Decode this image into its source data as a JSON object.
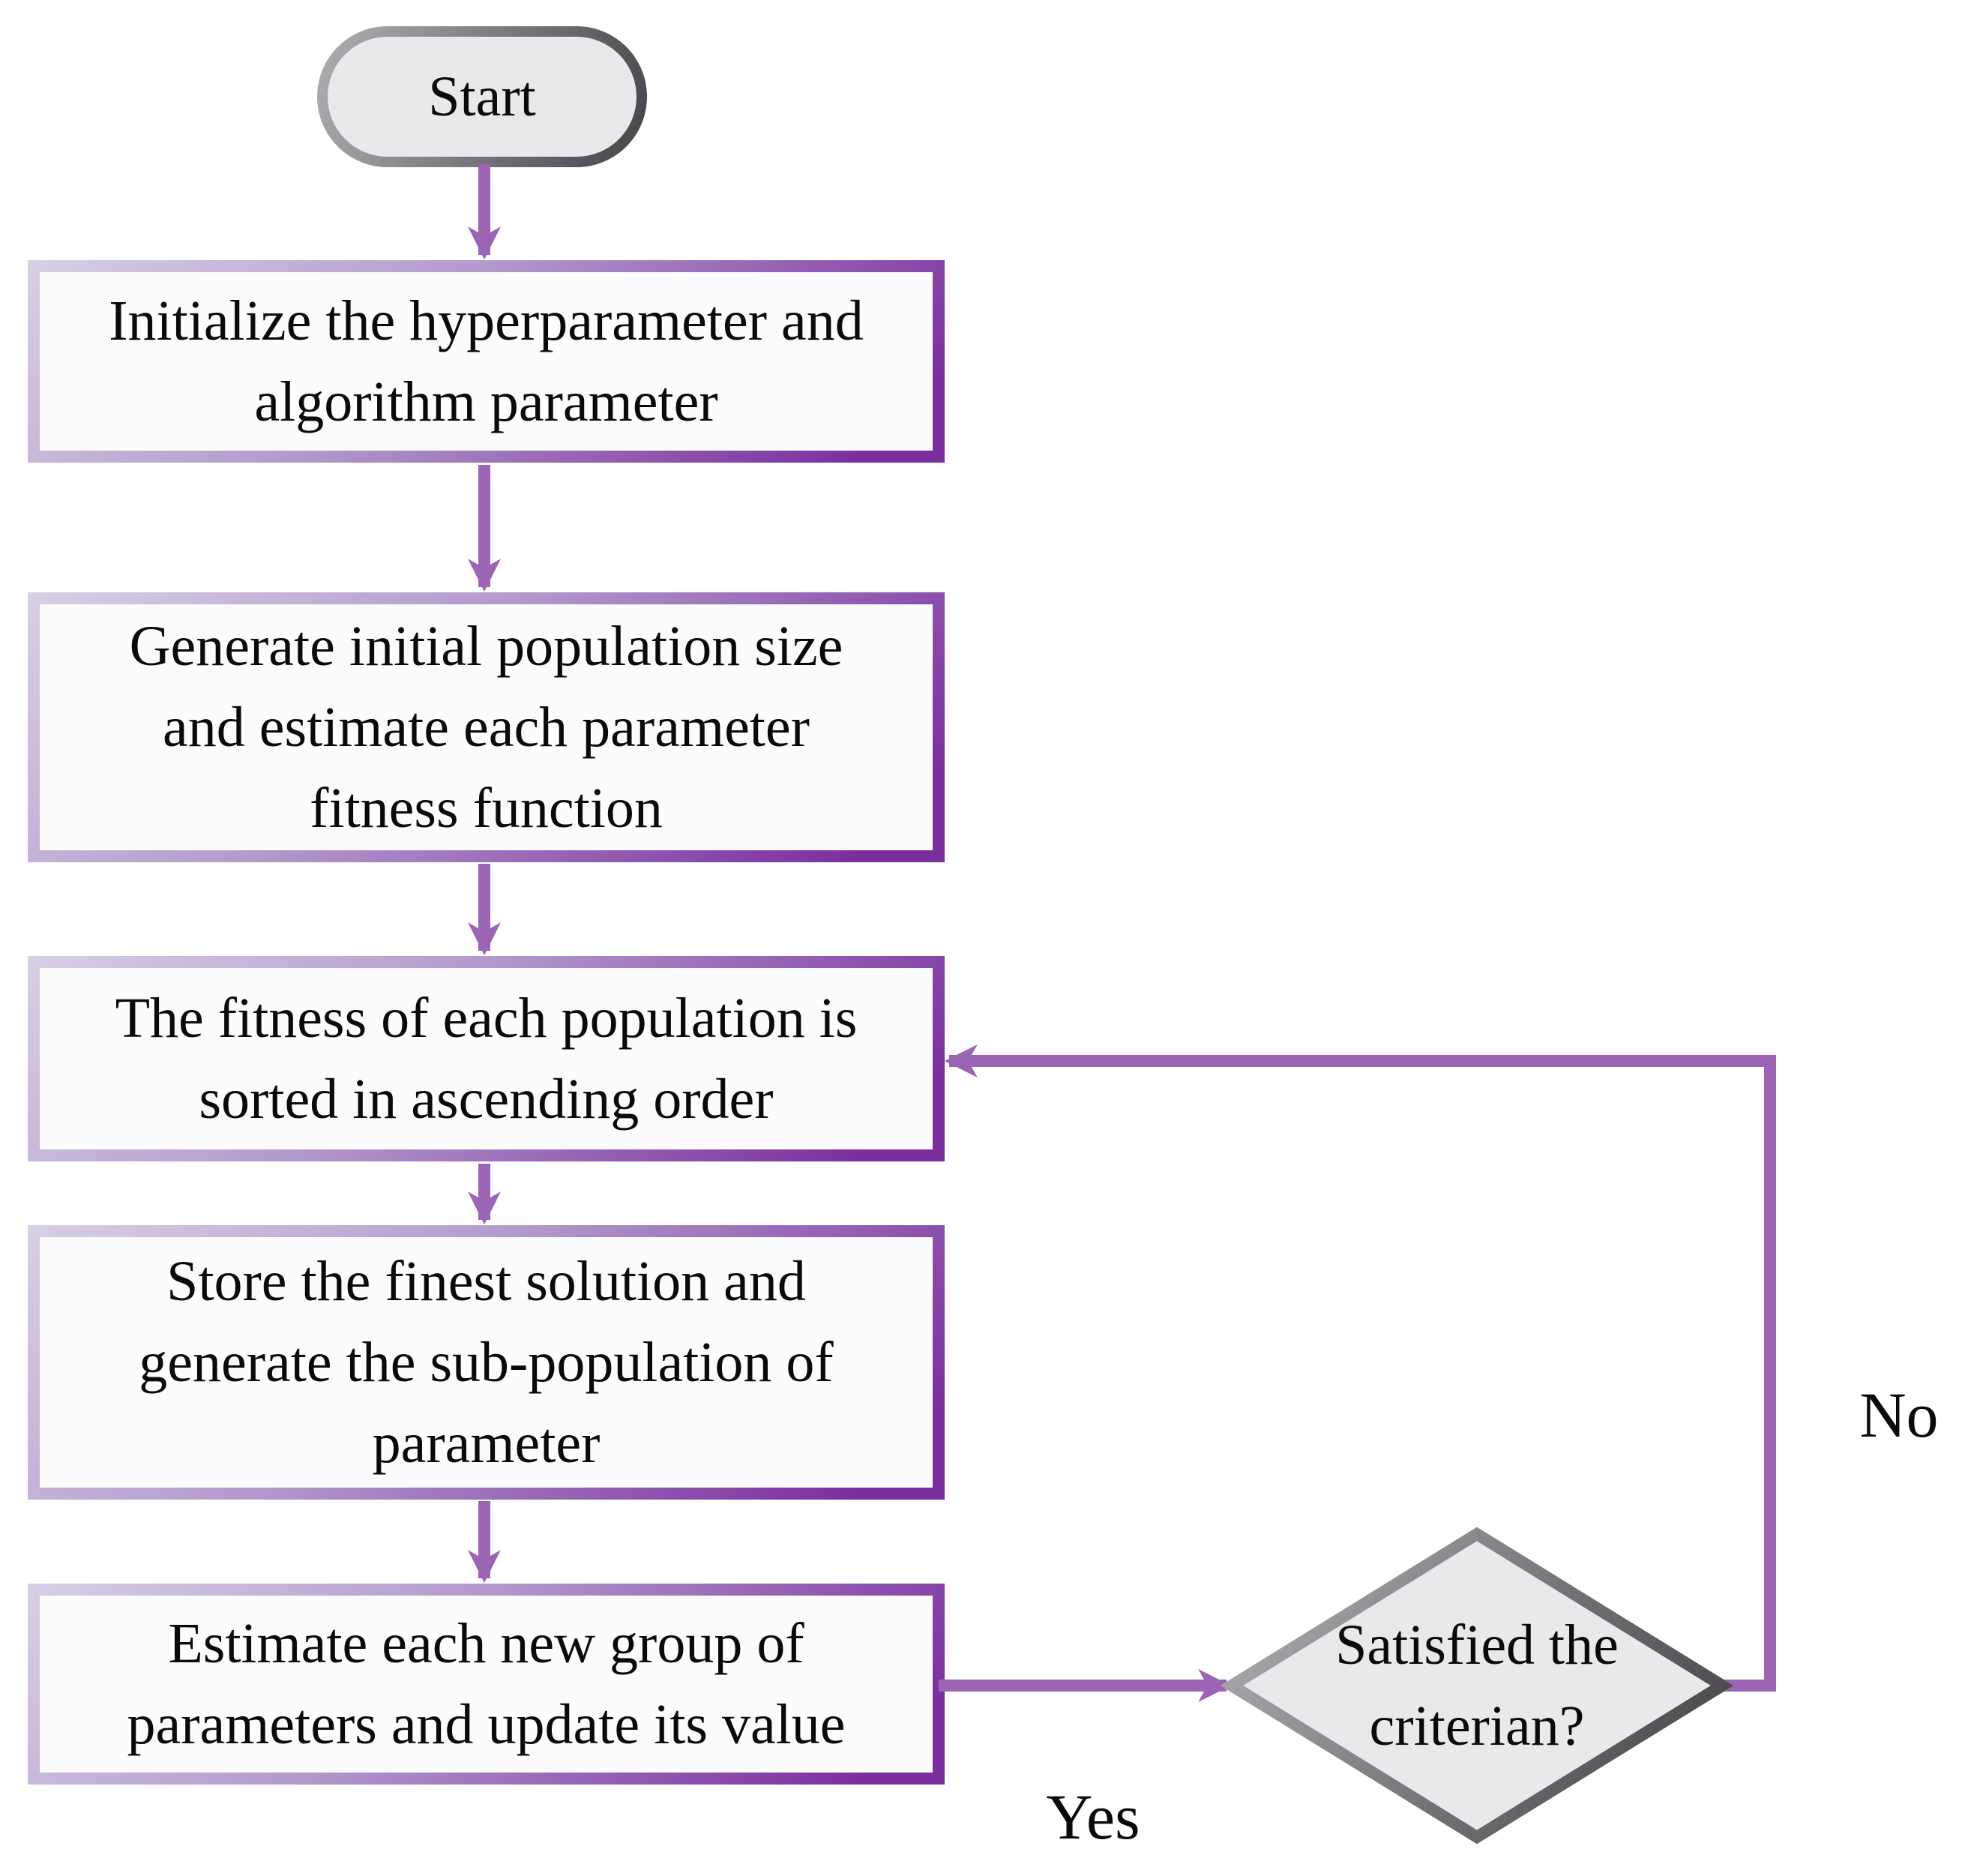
{
  "flowchart": {
    "start_label": "Start",
    "steps": [
      {
        "name": "initialize",
        "lines": [
          "Initialize the hyperparameter and",
          "algorithm parameter"
        ]
      },
      {
        "name": "generate",
        "lines": [
          "Generate initial population size",
          "and estimate each parameter",
          "fitness function"
        ]
      },
      {
        "name": "sort",
        "lines": [
          "The fitness of each population is",
          "sorted in ascending order"
        ]
      },
      {
        "name": "store",
        "lines": [
          "Store the finest solution and",
          "generate the sub-population of",
          "parameter"
        ]
      },
      {
        "name": "estimate",
        "lines": [
          "Estimate each new group of",
          "parameters and update its value"
        ]
      }
    ],
    "decision": {
      "lines": [
        "Satisfied the",
        "criterian?"
      ]
    },
    "branch_labels": {
      "no": "No",
      "yes": "Yes"
    },
    "colors": {
      "connector": "#9c64b4",
      "box_border_light": "#d8d0e5",
      "box_border_mid": "#b299cc",
      "box_border_dark": "#7b2f9e",
      "box_fill": "#fcfbfd",
      "shape_border_light": "#b2afb5",
      "shape_border_dark": "#454349",
      "shape_fill": "#e9e8ea",
      "text": "#0a0a0a"
    }
  }
}
